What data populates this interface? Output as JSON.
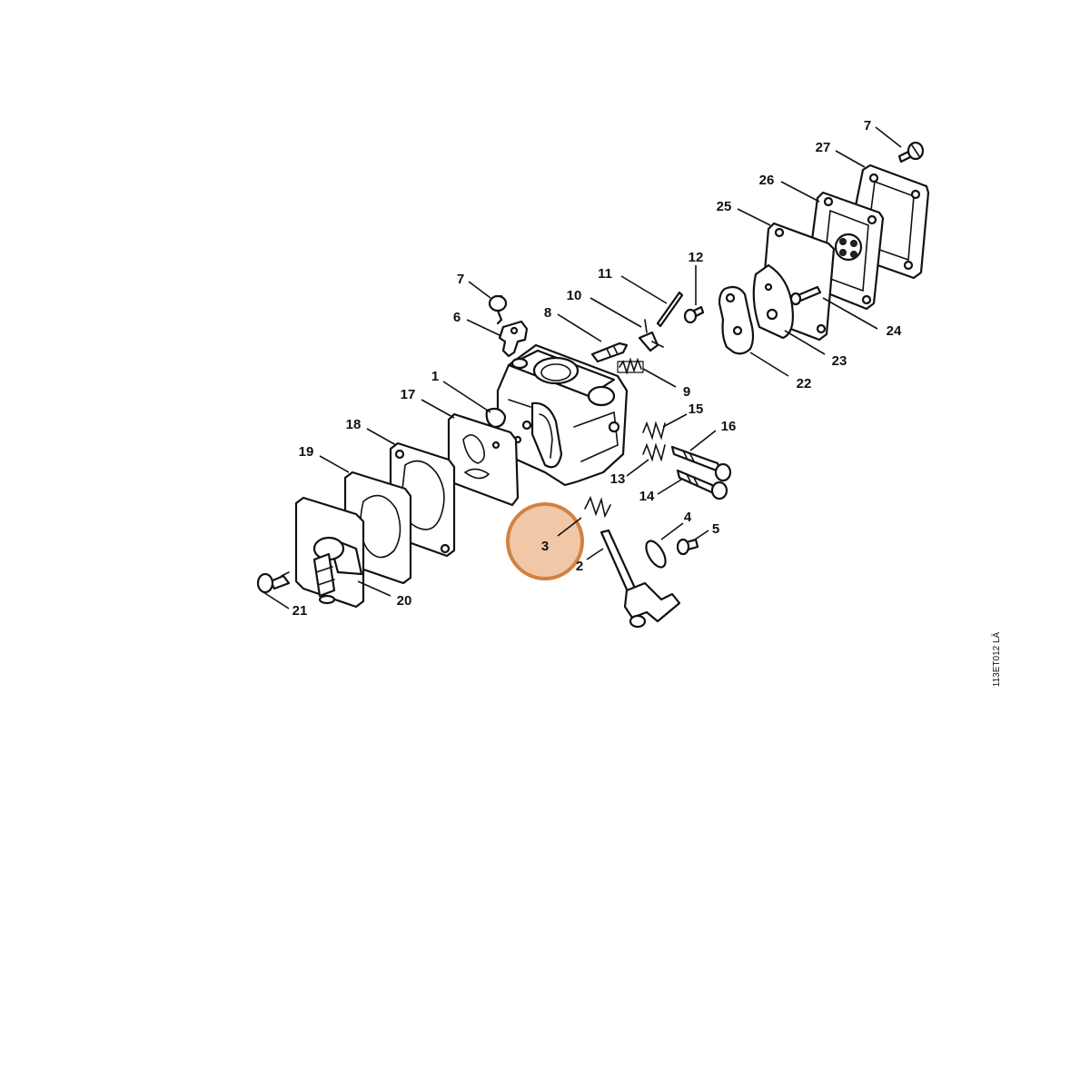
{
  "diagram": {
    "reference_code": "113ET012 LÄ",
    "highlight": {
      "label": "3",
      "color": "#f0c8a8",
      "border_color": "#d4813f"
    },
    "colors": {
      "line": "#111111",
      "background": "#ffffff"
    },
    "callouts": [
      {
        "id": "c7a",
        "label": "7"
      },
      {
        "id": "c27",
        "label": "27"
      },
      {
        "id": "c26",
        "label": "26"
      },
      {
        "id": "c25",
        "label": "25"
      },
      {
        "id": "c24",
        "label": "24"
      },
      {
        "id": "c23",
        "label": "23"
      },
      {
        "id": "c22",
        "label": "22"
      },
      {
        "id": "c12",
        "label": "12"
      },
      {
        "id": "c11",
        "label": "11"
      },
      {
        "id": "c10",
        "label": "10"
      },
      {
        "id": "c8",
        "label": "8"
      },
      {
        "id": "c9",
        "label": "9"
      },
      {
        "id": "c7b",
        "label": "7"
      },
      {
        "id": "c6",
        "label": "6"
      },
      {
        "id": "c1",
        "label": "1"
      },
      {
        "id": "c17",
        "label": "17"
      },
      {
        "id": "c18",
        "label": "18"
      },
      {
        "id": "c19",
        "label": "19"
      },
      {
        "id": "c15",
        "label": "15"
      },
      {
        "id": "c16",
        "label": "16"
      },
      {
        "id": "c13",
        "label": "13"
      },
      {
        "id": "c14",
        "label": "14"
      },
      {
        "id": "c4",
        "label": "4"
      },
      {
        "id": "c5",
        "label": "5"
      },
      {
        "id": "c2",
        "label": "2"
      },
      {
        "id": "c20",
        "label": "20"
      },
      {
        "id": "c21",
        "label": "21"
      }
    ]
  }
}
